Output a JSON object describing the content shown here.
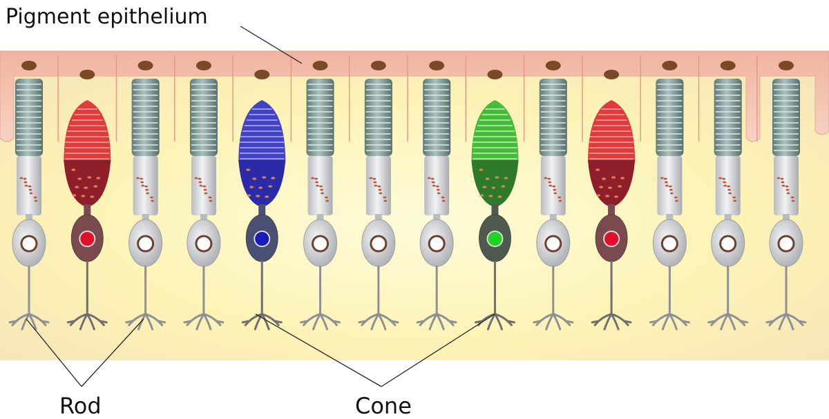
{
  "labels": {
    "pigment_epithelium": "Pigment epithelium",
    "rod": "Rod",
    "cone": "Cone"
  },
  "cells": [
    {
      "kind": "rod"
    },
    {
      "kind": "cone",
      "color": "red"
    },
    {
      "kind": "rod"
    },
    {
      "kind": "rod"
    },
    {
      "kind": "cone",
      "color": "blue"
    },
    {
      "kind": "rod"
    },
    {
      "kind": "rod"
    },
    {
      "kind": "rod"
    },
    {
      "kind": "cone",
      "color": "green"
    },
    {
      "kind": "rod"
    },
    {
      "kind": "cone",
      "color": "red"
    },
    {
      "kind": "rod"
    },
    {
      "kind": "rod"
    },
    {
      "kind": "rod"
    }
  ],
  "colors": {
    "epithelium": "#f4c6b4",
    "epithelium_edge": "#e49a85",
    "background_glow": "#fdf6c4",
    "rod_disc": "#7f9c9a",
    "rod_body": "#d7d9dc",
    "cone_red": "#d8282c",
    "cone_blue": "#3a3ac0",
    "cone_green": "#3fb53a"
  }
}
